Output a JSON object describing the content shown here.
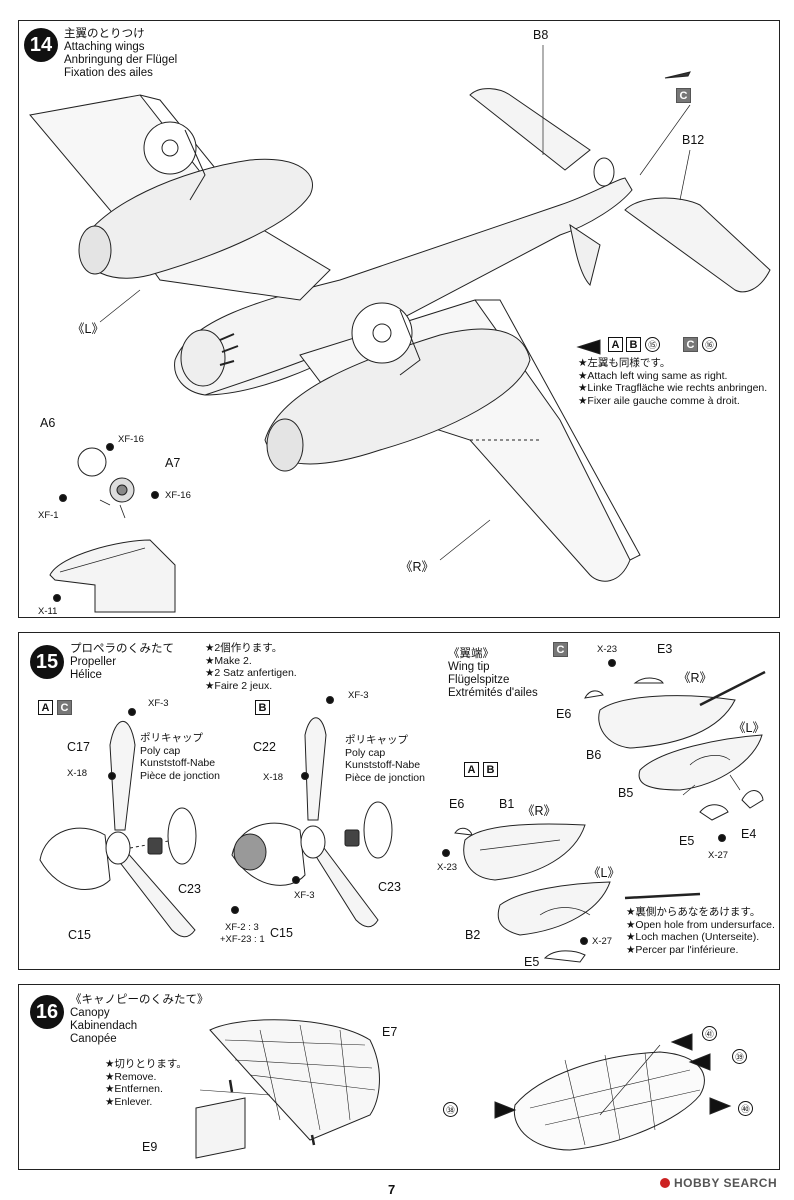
{
  "step14": {
    "number": "14",
    "title_jp": "主翼のとりつけ",
    "title_en": "Attaching wings",
    "title_de": "Anbringung der Flügel",
    "title_fr": "Fixation des ailes",
    "labels": {
      "b8": "B8",
      "b12": "B12",
      "c_box": "C",
      "left": "《L》",
      "right": "《R》",
      "a6": "A6",
      "a7": "A7"
    },
    "paints": {
      "xf16a": "XF-16",
      "xf16b": "XF-16",
      "xf1": "XF-1",
      "x11": "X-11"
    },
    "note_boxes": {
      "a": "A",
      "b": "B",
      "n15": "⑮",
      "c": "C",
      "n16": "⑯"
    },
    "note_lines": [
      "★左翼も同様です。",
      "★Attach left wing same as right.",
      "★Linke Tragfläche wie rechts anbringen.",
      "★Fixer aile gauche comme à droit."
    ]
  },
  "step15": {
    "number": "15",
    "title_jp": "プロペラのくみたて",
    "title_en": "Propeller",
    "title_fr": "Hélice",
    "make2": [
      "★2個作ります。",
      "★Make 2.",
      "★2 Satz anfertigen.",
      "★Faire 2 jeux."
    ],
    "wingtip": [
      "《翼端》",
      "Wing tip",
      "Flügelspitze",
      "Extrémités d'ailes"
    ],
    "polycap": [
      "ポリキャップ",
      "Poly cap",
      "Kunststoff-Nabe",
      "Pièce de jonction"
    ],
    "polycap2": [
      "ポリキャップ",
      "Poly cap",
      "Kunststoff-Nabe",
      "Pièce de jonction"
    ],
    "boxes": {
      "a": "A",
      "c": "C",
      "b": "B",
      "a2": "A",
      "b2": "B",
      "c2": "C"
    },
    "labels": {
      "c17": "C17",
      "c15": "C15",
      "c23": "C23",
      "c22": "C22",
      "c15b": "C15",
      "c23b": "C23",
      "e6": "E6",
      "b1": "B1",
      "r1": "《R》",
      "l1": "《L》",
      "b2": "B2",
      "e5": "E5",
      "e3": "E3",
      "r2": "《R》",
      "e6b": "E6",
      "b6": "B6",
      "l2": "《L》",
      "b5": "B5",
      "e5b": "E5",
      "e4": "E4"
    },
    "paints": {
      "xf3a": "XF-3",
      "x18a": "X-18",
      "xf3b": "XF-3",
      "x18b": "X-18",
      "xf3c": "XF-3",
      "mix1": "XF-2 : 3",
      "mix2": "+XF-23 : 1",
      "x23a": "X-23",
      "x27a": "X-27",
      "x23b": "X-23",
      "x27b": "X-27"
    },
    "hole_note": [
      "★裏側からあなをあけます。",
      "★Open hole from undersurface.",
      "★Loch machen (Unterseite).",
      "★Percer par l'inférieure."
    ]
  },
  "step16": {
    "number": "16",
    "title_jp": "《キャノピーのくみたて》",
    "title_en": "Canopy",
    "title_de": "Kabinendach",
    "title_fr": "Canopée",
    "cut_note": [
      "★切りとります。",
      "★Remove.",
      "★Entfernen.",
      "★Enlever."
    ],
    "labels": {
      "e7": "E7",
      "e9": "E9"
    },
    "markers": {
      "m41": "㊶",
      "m39": "㊴",
      "m38": "㊳",
      "m40": "㊵"
    }
  },
  "footer": {
    "page": "7",
    "logo": "HOBBY SEARCH"
  }
}
